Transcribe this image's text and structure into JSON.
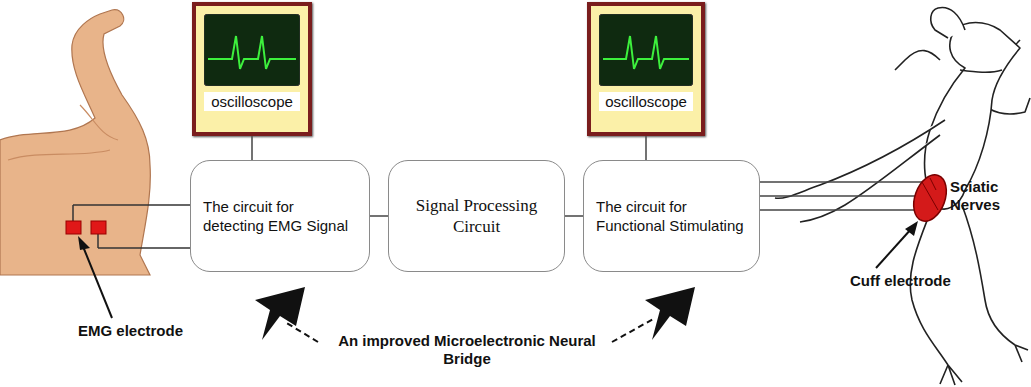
{
  "diagram": {
    "nodes": [
      {
        "text": [
          "oscilloscope"
        ]
      },
      {
        "text": [
          "oscilloscope"
        ]
      },
      {
        "text": [
          "The circuit for detecting EMG Signal"
        ]
      },
      {
        "text": [
          "Signal Processing Circuit"
        ]
      },
      {
        "text": [
          "The circuit for Functional Stimulating"
        ]
      }
    ],
    "edges": [
      {
        "from": 0,
        "to": 2,
        "arrow": "none"
      },
      {
        "from": 2,
        "to": 3,
        "arrow": "none"
      },
      {
        "from": 3,
        "to": 4,
        "arrow": "none"
      },
      {
        "from": 1,
        "to": 4,
        "arrow": "none"
      }
    ],
    "labels": [
      "Sciatic Nerves",
      "Cuff electrode",
      "EMG electrode",
      "An improved Microelectronic Neural Bridge"
    ]
  }
}
